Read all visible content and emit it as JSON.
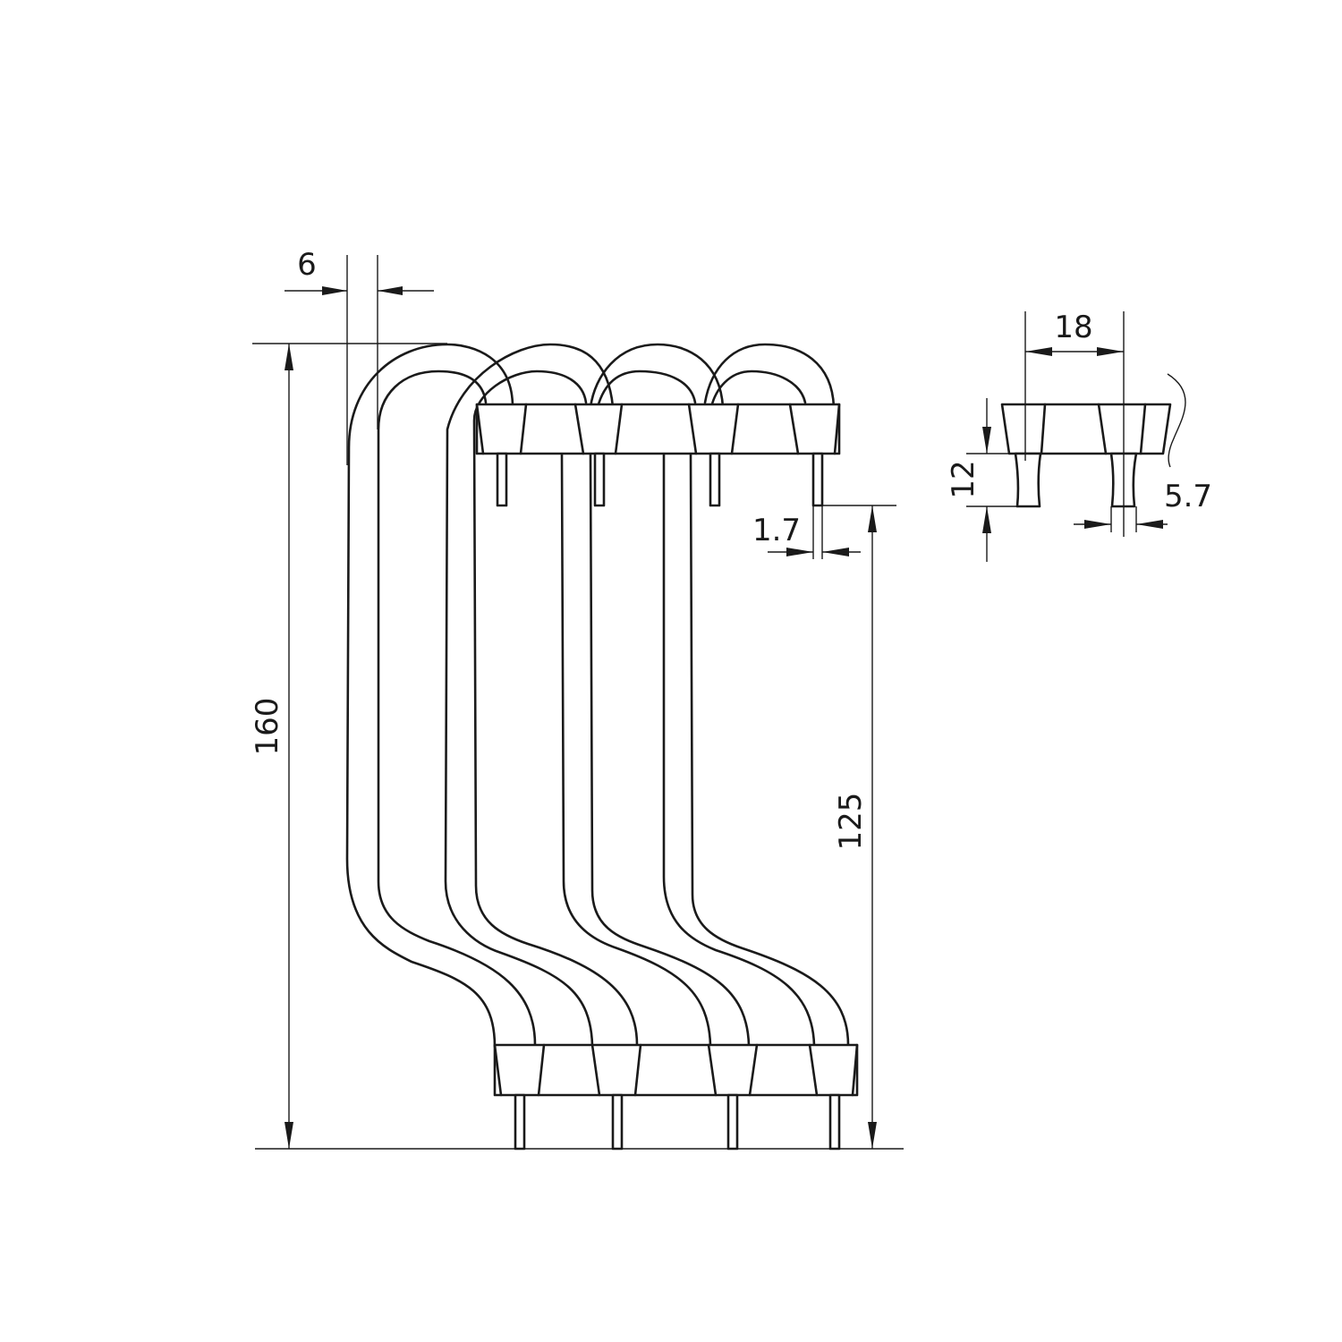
{
  "dimensions": {
    "tube_diameter": "6",
    "overall_height": "160",
    "leg_height": "125",
    "pin_diameter": "1.7",
    "spacing": "18",
    "insulator_height": "12",
    "pin_width": "5.7"
  }
}
